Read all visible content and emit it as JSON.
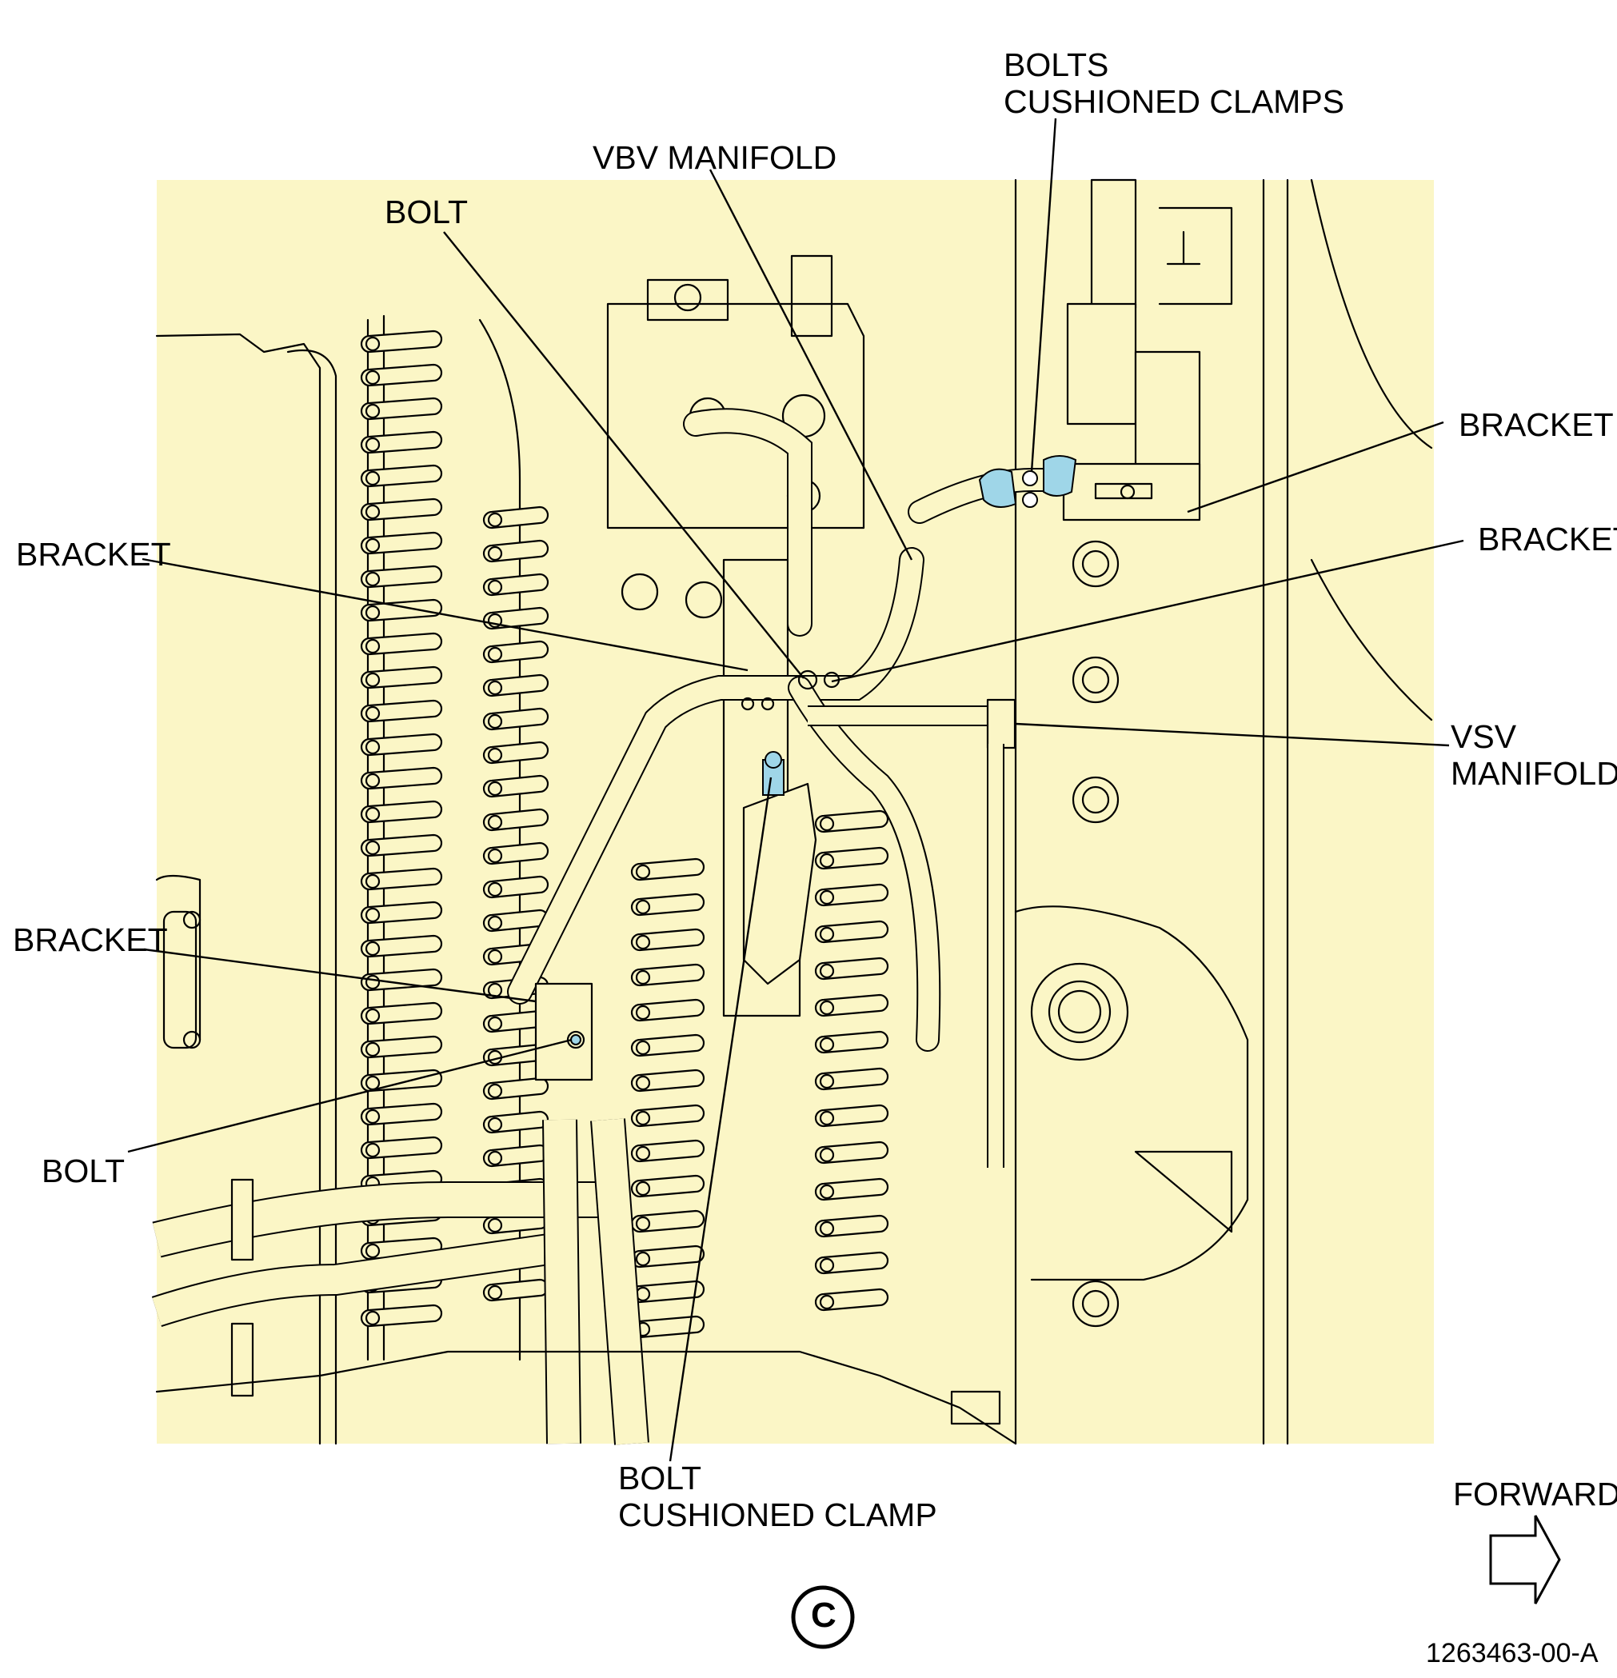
{
  "colors": {
    "panel_fill": "#fbf6c6",
    "line": "#000000",
    "highlight_blue": "#9fd6e8",
    "page_background": "#ffffff"
  },
  "labels": {
    "bolts_cushioned_clamps_1": "BOLTS",
    "bolts_cushioned_clamps_2": "CUSHIONED CLAMPS",
    "vbv_manifold": "VBV MANIFOLD",
    "bolt_top": "BOLT",
    "bracket_right_top": "BRACKET",
    "bracket_right_mid": "BRACKET",
    "bracket_left_top": "BRACKET",
    "vsv_manifold_1": "VSV",
    "vsv_manifold_2": "MANIFOLD",
    "bracket_left_bottom": "BRACKET",
    "bolt_left": "BOLT",
    "bolt_cushioned_clamp_1": "BOLT",
    "bolt_cushioned_clamp_2": "CUSHIONED CLAMP",
    "forward": "FORWARD",
    "view_letter": "C",
    "figure_id": "1263463-00-A"
  },
  "icons": {
    "forward_arrow": "right-arrow-outline-icon",
    "view_badge": "circled-letter-icon"
  }
}
